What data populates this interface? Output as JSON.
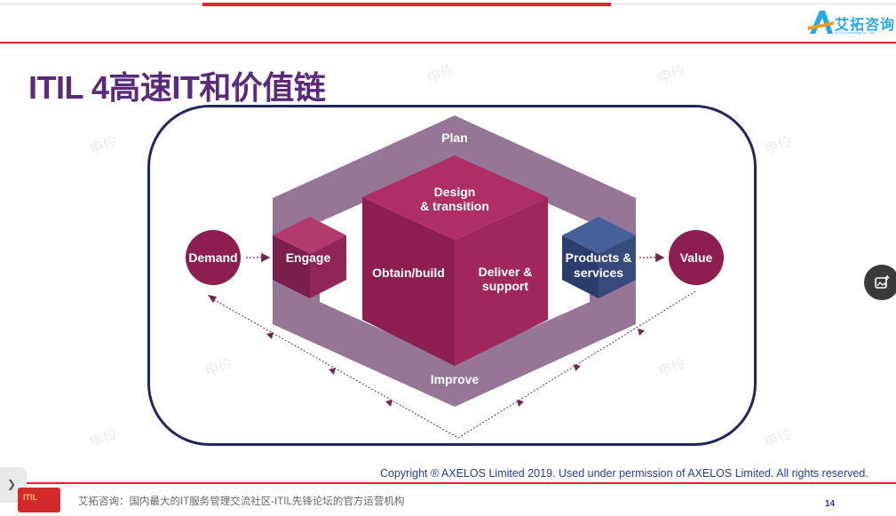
{
  "header": {
    "logo_text": "艾拓咨询",
    "logo_sub": "AITO Consulting Co., Ltd"
  },
  "title": "ITIL 4高速IT和价值链",
  "diagram": {
    "plan": "Plan",
    "design_line1": "Design",
    "design_line2": "& transition",
    "obtain": "Obtain/build",
    "deliver_line1": "Deliver &",
    "deliver_line2": "support",
    "engage": "Engage",
    "products_line1": "Products &",
    "products_line2": "services",
    "improve": "Improve",
    "demand": "Demand",
    "value": "Value"
  },
  "copyright": "Copyright ® AXELOS Limited 2019. Used under permission of AXELOS Limited. All rights reserved.",
  "footer": {
    "text": "艾拓咨询：国内最大的IT服务管理交流社区-ITIL先锋论坛的官方运营机构",
    "page_number": "14",
    "badge": "ITIL"
  },
  "watermark": "申伶",
  "colors": {
    "accent_red": "#e8212c",
    "title_purple": "#5b2a7a",
    "frame_navy": "#22285e",
    "cube_magenta": "#9c2a5c",
    "products_blue": "#364a7e",
    "ring_purple": "#8a6a8c"
  }
}
